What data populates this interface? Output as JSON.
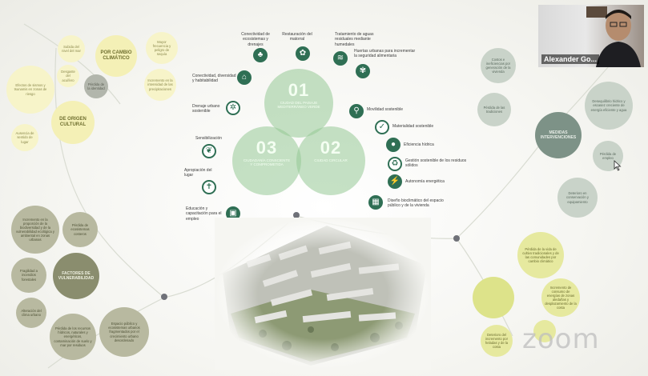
{
  "participant": {
    "name": "Alexander Go..."
  },
  "watermark": {
    "text": "zoom"
  },
  "colors": {
    "icon_green": "#2f6f54",
    "venn_green": "#96c896",
    "node_dot": "#6f7178"
  },
  "left_cluster": {
    "hubs": [
      {
        "label": "POR CAMBIO CLIMÁTICO"
      },
      {
        "label": "DE ORIGEN CULTURAL"
      },
      {
        "label": "FACTORES DE VULNERABILIDAD"
      }
    ],
    "bubbles": [
      {
        "text": "Subida del nivel del mar"
      },
      {
        "text": "Mayor frecuencia y peligro de sequía"
      },
      {
        "text": "Desgaste del acuífero"
      },
      {
        "text": "Incremento en la intensidad de las precipitaciones"
      },
      {
        "text": "Efectos de sismos y tsunamis en zonas de riesgo"
      },
      {
        "text": "Pérdida de la identidad"
      },
      {
        "text": "Ausencia de sentido de lugar"
      },
      {
        "text": "Incremento en la proporción de la biodiversidad y de la vulnerabilidad ecológica y ambiental en zonas urbanas"
      },
      {
        "text": "Pérdida de ecosistemas costeros"
      },
      {
        "text": "Fragilidad a incendios forestales"
      },
      {
        "text": "Alteración del clima urbano"
      },
      {
        "text": "Pérdida de los recursos hídricos, naturales y energéticos, contaminación de suelo y mar por residuos"
      },
      {
        "text": "Espacio público y ecosistemas urbanos fragmentados por el crecimiento urbano desordenado"
      }
    ]
  },
  "venn": {
    "circles": [
      {
        "num": "01",
        "text": "Ciudad del paisaje mediterráneo verde"
      },
      {
        "num": "02",
        "text": "Ciudad circular"
      },
      {
        "num": "03",
        "text": "Ciudadanía consciente y comprometida"
      }
    ]
  },
  "strategies": [
    {
      "label": "Conectividad de ecosistemas y drenajes",
      "icon": "♣"
    },
    {
      "label": "Restauración del matorral",
      "icon": "✿"
    },
    {
      "label": "Tratamiento de aguas residuales mediante humedales",
      "icon": "≋"
    },
    {
      "label": "Huertas urbanas para incrementar la seguridad alimentaria",
      "icon": "✾"
    },
    {
      "label": "Conectividad, diversidad y habitabilidad",
      "icon": "⌂"
    },
    {
      "label": "Drenaje urbano sostenible",
      "icon": "✲"
    },
    {
      "label": "Movilidad sostenible",
      "icon": "⚲"
    },
    {
      "label": "Materialidad sostenible",
      "icon": "✓"
    },
    {
      "label": "Eficiencia hídrica",
      "icon": "●"
    },
    {
      "label": "Gestión sostenible de los residuos sólidos",
      "icon": "♻"
    },
    {
      "label": "Autonomía energética",
      "icon": "⚡"
    },
    {
      "label": "Diseño bioclimático del espacio público y de la vivienda",
      "icon": "▦"
    },
    {
      "label": "Sensibilización",
      "icon": "❦"
    },
    {
      "label": "Apropiación del lugar",
      "icon": "✝"
    },
    {
      "label": "Educación y capacitación para el empleo",
      "icon": "▣"
    }
  ],
  "right_cluster": {
    "hub": {
      "label": "MEDIDAS INTERVENCIONES"
    },
    "bubbles": [
      {
        "text": "Costos e ineficiencias por generación de la vivienda"
      },
      {
        "text": "Pérdida de las tradiciones"
      },
      {
        "text": "Desequilibrio hídrico y escasez creciente de energía eficiente y agua"
      },
      {
        "text": "Pérdida de empleo"
      },
      {
        "text": "Deterioro en conservación y equipamiento"
      },
      {
        "text": "Pérdida de la vida de cultivo tradicionales y de las comunidades por cambio climático"
      },
      {
        "text": "Incremento de consumo de energías de zonas aledañas y desplazamiento de la costa"
      },
      {
        "text": "Deterioro del incremento por heladas y de la costa"
      }
    ]
  }
}
